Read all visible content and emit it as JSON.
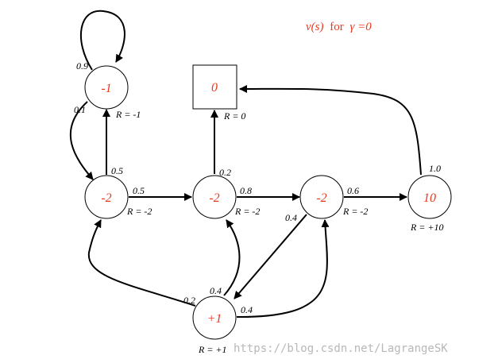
{
  "title": {
    "v_s": "v(s)",
    "for": "for",
    "gamma": "γ =0"
  },
  "colors": {
    "value_text": "#e8391f",
    "stroke": "#000000",
    "watermark": "#b8b8b8"
  },
  "nodes": {
    "c1_value": "-1",
    "c1_reward": "R = -1",
    "terminal_value": "0",
    "terminal_reward": "R = 0",
    "c2_value": "-2",
    "c2_reward": "R = -2",
    "c3_value": "-2",
    "c3_reward": "R = -2",
    "c4_value": "-2",
    "c4_reward": "R = -2",
    "pass_value": "10",
    "pass_reward": "R = +10",
    "pub_value": "+1",
    "pub_reward": "R = +1"
  },
  "probs": {
    "c1_self": "0.9",
    "c1_to_c2": "0.1",
    "c2_to_c1": "0.5",
    "c2_to_c3": "0.5",
    "c3_to_terminal": "0.2",
    "c3_to_c4": "0.8",
    "c4_to_pass": "0.6",
    "c4_to_pub": "0.4",
    "pass_to_terminal": "1.0",
    "pub_to_c2": "0.2",
    "pub_to_c3": "0.4",
    "pub_to_c4": "0.4"
  },
  "watermark": "https://blog.csdn.net/LagrangeSK"
}
